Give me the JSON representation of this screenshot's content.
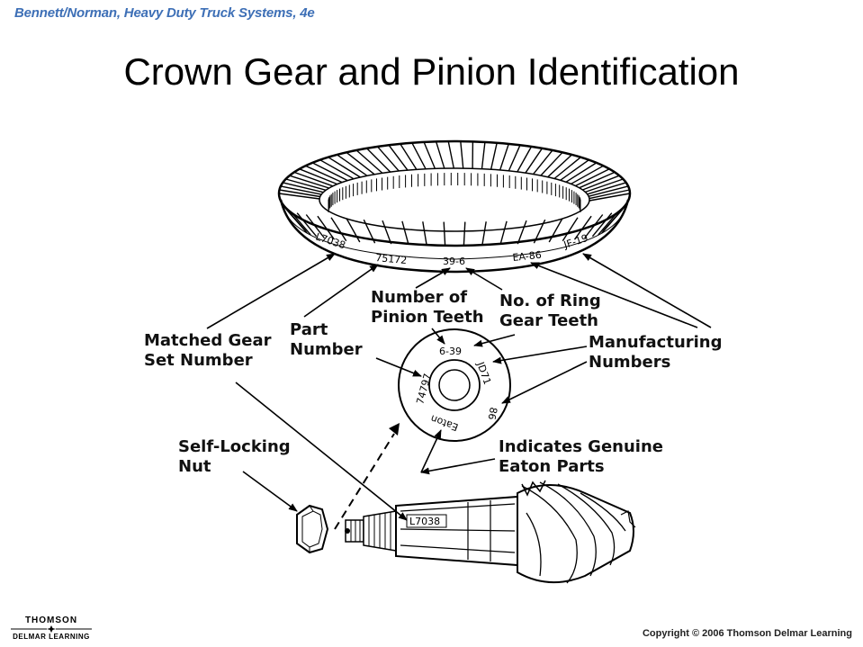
{
  "header": {
    "book_title": "Bennett/Norman, Heavy Duty Truck Systems, 4e",
    "slide_title": "Crown Gear and Pinion Identification"
  },
  "gear_markings": {
    "ring": [
      "L7038",
      "75172",
      "39-6",
      "EA-86",
      "JF-19"
    ],
    "pinion_face": [
      "6-39",
      "JD71",
      "74797",
      "Eaton",
      "86"
    ],
    "pinion_shaft": "L7038"
  },
  "labels": {
    "matched_gear_line1": "Matched Gear",
    "matched_gear_line2": "Set Number",
    "part_number_line1": "Part",
    "part_number_line2": "Number",
    "pinion_teeth_line1": "Number of",
    "pinion_teeth_line2": "Pinion Teeth",
    "ring_teeth_line1": "No. of Ring",
    "ring_teeth_line2": "Gear Teeth",
    "manufacturing_line1": "Manufacturing",
    "manufacturing_line2": "Numbers",
    "self_locking_line1": "Self-Locking",
    "self_locking_line2": "Nut",
    "genuine_line1": "Indicates Genuine",
    "genuine_line2": "Eaton Parts"
  },
  "footer": {
    "logo_top": "THOMSON",
    "logo_bottom": "DELMAR LEARNING",
    "copyright": "Copyright © 2006 Thomson Delmar Learning"
  }
}
